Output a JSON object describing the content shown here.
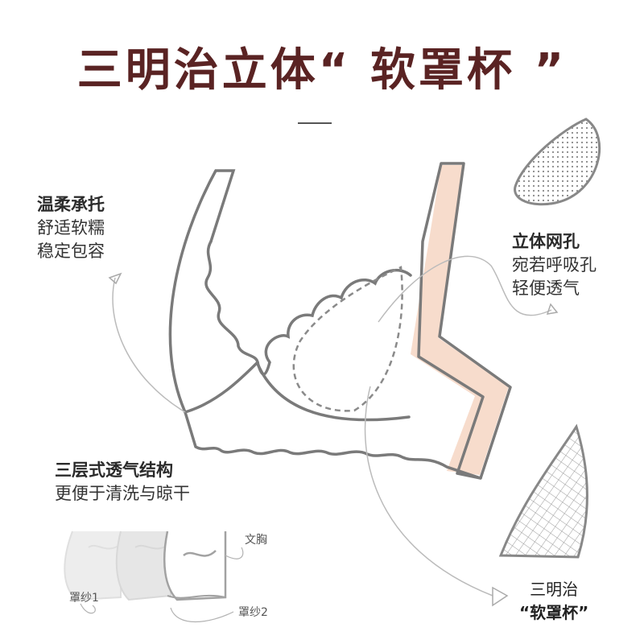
{
  "title": "三明治立体“ 软罩杯 ”",
  "left_feature": {
    "heading": "温柔承托",
    "line1": "舒适软糯",
    "line2": "稳定包容"
  },
  "right_feature": {
    "heading": "立体网孔",
    "line1": "宛若呼吸孔",
    "line2": "轻便透气"
  },
  "bottom_feature": {
    "heading": "三层式透气结构",
    "line1": "更便于清洗与晾干"
  },
  "layer_labels": {
    "bra": "文胸",
    "mesh1": "罩纱1",
    "mesh2": "罩纱2"
  },
  "cup_caption": {
    "line1": "三明治",
    "line2": "“软罩杯”"
  },
  "colors": {
    "title": "#5a2323",
    "outline": "#7a7a7a",
    "skin": "#f7dccc",
    "accent_lines": "#cccccc"
  }
}
